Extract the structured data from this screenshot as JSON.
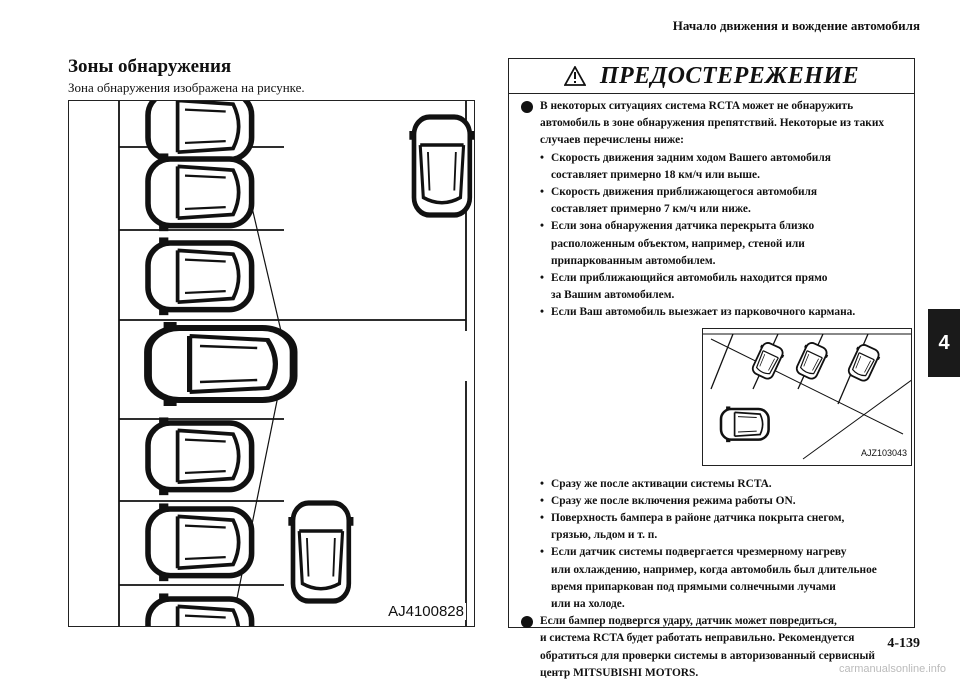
{
  "header": {
    "chapter_title": "Начало движения и вождение автомобиля"
  },
  "section": {
    "title": "Зоны обнаружения",
    "subtitle": "Зона обнаружения изображена на рисунке."
  },
  "figure": {
    "label": "AJ4100828"
  },
  "warning": {
    "title": "ПРЕДОСТЕРЕЖЕНИЕ",
    "icon": "warning-triangle-icon",
    "p1_lines": [
      "В некоторых ситуациях система RCTA может не обнаружить",
      "автомобиль в зоне обнаружения препятствий. Некоторые из таких",
      "случаев перечислены ниже:"
    ],
    "bullets_a": [
      {
        "l1": "Скорость движения задним ходом Вашего автомобиля",
        "l2": "составляет примерно 18 км/ч или выше."
      },
      {
        "l1": "Скорость движения приближающегося автомобиля",
        "l2": "составляет примерно 7 км/ч или ниже."
      },
      {
        "l1": "Если зона обнаружения датчика перекрыта близко",
        "l2": "расположенным объектом, например, стеной или",
        "l3": "припаркованным автомобилем."
      },
      {
        "l1": "Если приближающийся автомобиль находится прямо",
        "l2": "за Вашим автомобилем."
      },
      {
        "l1": "Если Ваш автомобиль выезжает из парковочного кармана."
      }
    ],
    "inset_label": "AJZ103043",
    "bullets_b": [
      {
        "l1": "Сразу же после активации системы RCTA."
      },
      {
        "l1": "Сразу же после включения режима работы ON."
      },
      {
        "l1": "Поверхность бампера в районе датчика покрыта снегом,",
        "l2": "грязью, льдом и т. п."
      },
      {
        "l1": "Если датчик системы подвергается чрезмерному нагреву",
        "l2": "или охлаждению, например, когда автомобиль был длительное",
        "l3": "время припаркован под прямыми солнечными лучами",
        "l4": "или на холоде."
      }
    ],
    "p2_lines": [
      "Если бампер подвергся удару, датчик может повредиться,",
      "и система RCTA будет работать неправильно. Рекомендуется",
      "обратиться для проверки системы в авторизованный сервисный",
      "центр MITSUBISHI MOTORS."
    ],
    "bullet_char": "•"
  },
  "side_tab": {
    "number": "4"
  },
  "page_number": "4-139",
  "watermark": "carmanualsonline.info"
}
